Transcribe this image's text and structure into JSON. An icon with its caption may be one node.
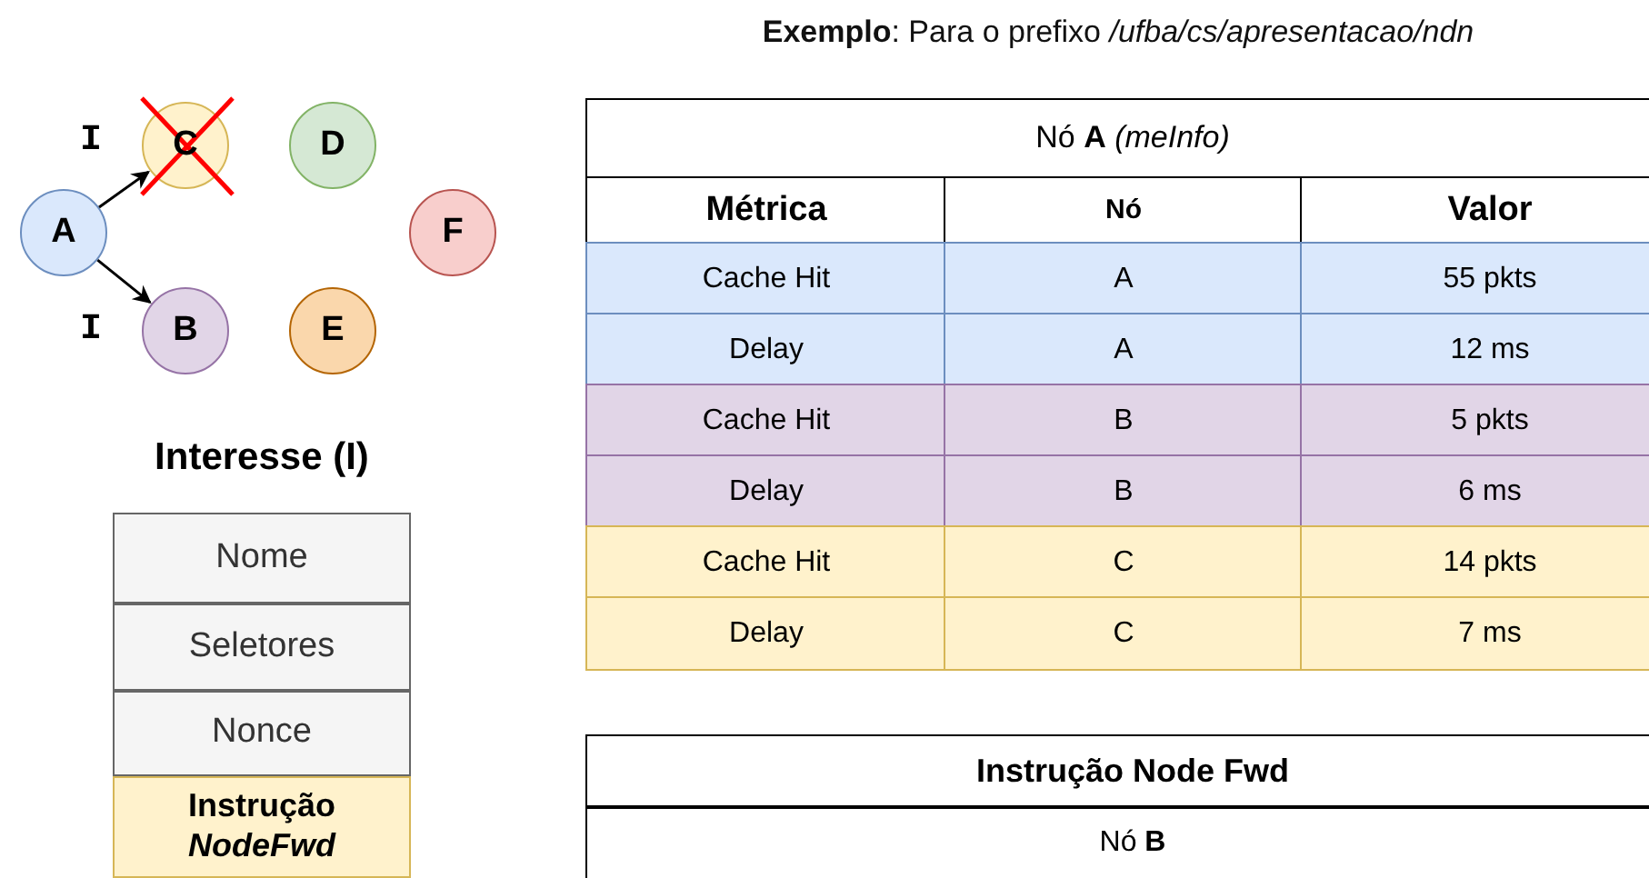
{
  "diagram": {
    "title": "**Exemplo**: Para o prefixo */ufba/cs/apresentacao/ndn*",
    "nodes": [
      {
        "text": [
          "C"
        ]
      },
      {
        "text": [
          "D"
        ]
      },
      {
        "text": [
          "A"
        ]
      },
      {
        "text": [
          "F"
        ]
      },
      {
        "text": [
          "B"
        ]
      },
      {
        "text": [
          "E"
        ]
      },
      {
        "text": [
          "Interesse (I)"
        ]
      },
      {
        "text": [
          "Nome"
        ],
        "in": 6
      },
      {
        "text": [
          "Seletores"
        ],
        "in": 6
      },
      {
        "text": [
          "Nonce"
        ],
        "in": 6
      },
      {
        "text": [
          "Instrução *NodeFwd*"
        ],
        "in": 6
      }
    ],
    "edges": [
      {
        "from": 2,
        "to": 0,
        "arrow": "to",
        "label": "I"
      },
      {
        "from": 2,
        "to": 4,
        "arrow": "to",
        "label": "I"
      }
    ],
    "labels": [
      "Nó **A** *(meInfo)*",
      "Métrica",
      "Nó",
      "Valor",
      "Cache Hit",
      "A",
      "55 pkts",
      "Delay",
      "A",
      "12 ms",
      "Cache Hit",
      "B",
      "5 pkts",
      "Delay",
      "B",
      "6 ms",
      "Cache Hit",
      "C",
      "14 pkts",
      "Delay",
      "C",
      "7 ms",
      "Instrução Node Fwd",
      "Nó **B**"
    ]
  }
}
